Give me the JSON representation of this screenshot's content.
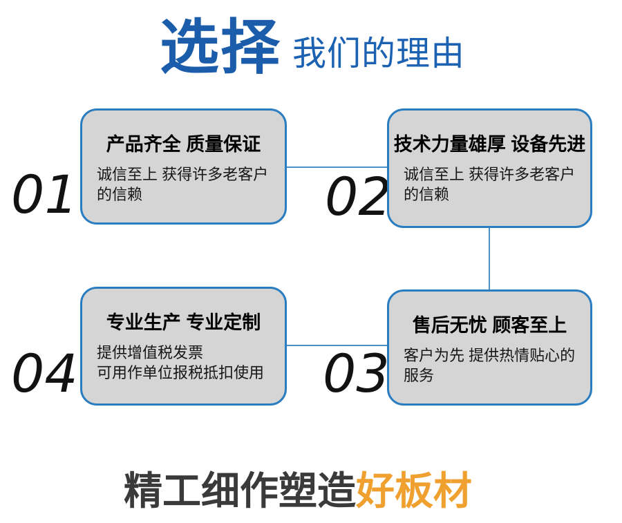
{
  "header": {
    "title_main": "选择",
    "title_sub": "我们的理由"
  },
  "reasons": [
    {
      "number": "01",
      "title": "产品齐全 质量保证",
      "desc": "诚信至上 获得许多老客户的信赖"
    },
    {
      "number": "02",
      "title": "技术力量雄厚 设备先进",
      "desc": "诚信至上 获得许多老客户的信赖"
    },
    {
      "number": "03",
      "title": "售后无忧 顾客至上",
      "desc": "客户为先 提供热情贴心的服务"
    },
    {
      "number": "04",
      "title": "专业生产 专业定制",
      "desc": "提供增值税发票\n可用作单位报税抵扣使用"
    }
  ],
  "footer": {
    "text_gray": "精工细作塑造",
    "text_orange": "好板材"
  },
  "colors": {
    "title_blue": "#1b5dab",
    "title_blue2": "#1c62b3",
    "box_border": "#2a7dc0",
    "box_fill": "#d5d5d5",
    "connector": "#4b90c7",
    "footer_gray": "#3a3a3a",
    "footer_orange": "#efa02f"
  }
}
